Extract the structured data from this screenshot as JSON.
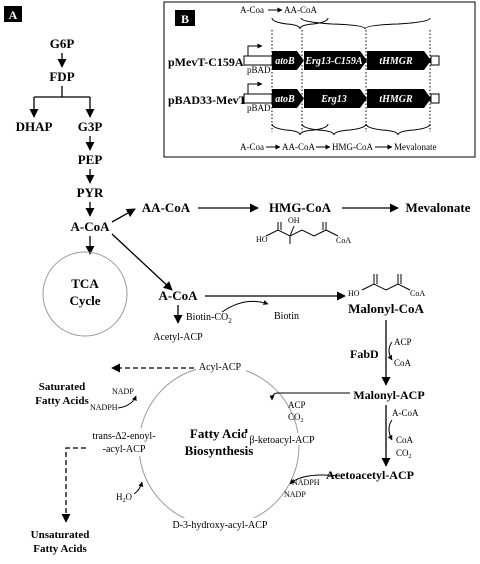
{
  "panel_labels": {
    "a": "A",
    "b": "B"
  },
  "glycolysis": {
    "g6p": "G6P",
    "fdp": "FDP",
    "dhap": "DHAP",
    "g3p": "G3P",
    "pep": "PEP",
    "pyr": "PYR",
    "acoa": "A-CoA"
  },
  "tca": {
    "line1": "TCA",
    "line2": "Cycle"
  },
  "mevalonate": {
    "aacoa": "AA-CoA",
    "hmgcoa": "HMG-CoA",
    "mevalonate": "Mevalonate"
  },
  "hmg_structure": {
    "ho_left": "HO",
    "oh_top": "OH",
    "coa": "CoA"
  },
  "malonyl_structure": {
    "ho": "HO",
    "coa": "CoA"
  },
  "fatty_acid": {
    "acoa2": "A-CoA",
    "acetyl_acp": "Acetyl-ACP",
    "biotin_co2_prefix": "Biotin-CO",
    "biotin_co2_sub": "2",
    "biotin": "Biotin",
    "malonyl_coa": "Malonyl-CoA",
    "fabd": "FabD",
    "acp": "ACP",
    "coa": "CoA",
    "malonyl_acp": "Malonyl-ACP",
    "acoa3": "A-CoA",
    "coa2": "CoA",
    "co2_prefix": "CO",
    "co2_sub": "2",
    "acetoacetyl_acp": "Acetoacetyl-ACP"
  },
  "cycle": {
    "title1": "Fatty Acid",
    "title2": "Biosynthesis",
    "acyl_acp": "Acyl-ACP",
    "acp_in": "ACP",
    "co2_prefix": "CO",
    "co2_sub": "2",
    "ketoacyl": "β-ketoacyl-ACP",
    "nadph_r": "NADPH",
    "nadp_r": "NADP",
    "hydroxy": "D-3-hydroxy-acyl-ACP",
    "h2o_prefix": "H",
    "h2o_sub": "2",
    "h2o_suffix": "O",
    "enoyl1": "trans-Δ2-enoyl-",
    "enoyl2": "-acyl-ACP",
    "nadp_l": "NADP",
    "nadph_l": "NADPH"
  },
  "fatty_products": {
    "sat1": "Saturated",
    "sat2": "Fatty Acids",
    "unsat1": "Unsaturated",
    "unsat2": "Fatty Acids"
  },
  "inset": {
    "top_acoa": "A-Coa",
    "top_aacoa": "AA-CoA",
    "plasmid1": "pMevT-C159A",
    "plasmid2": "pBAD33-MevT",
    "pbad": "pBAD",
    "atob": "atoB",
    "erg13_mut": "Erg13-C159A",
    "erg13": "Erg13",
    "thmgr": "tHMGR",
    "bot_acoa": "A-Coa",
    "bot_aacoa": "AA-CoA",
    "bot_hmgcoa": "HMG-CoA",
    "bot_meval": "Mevalonate"
  }
}
